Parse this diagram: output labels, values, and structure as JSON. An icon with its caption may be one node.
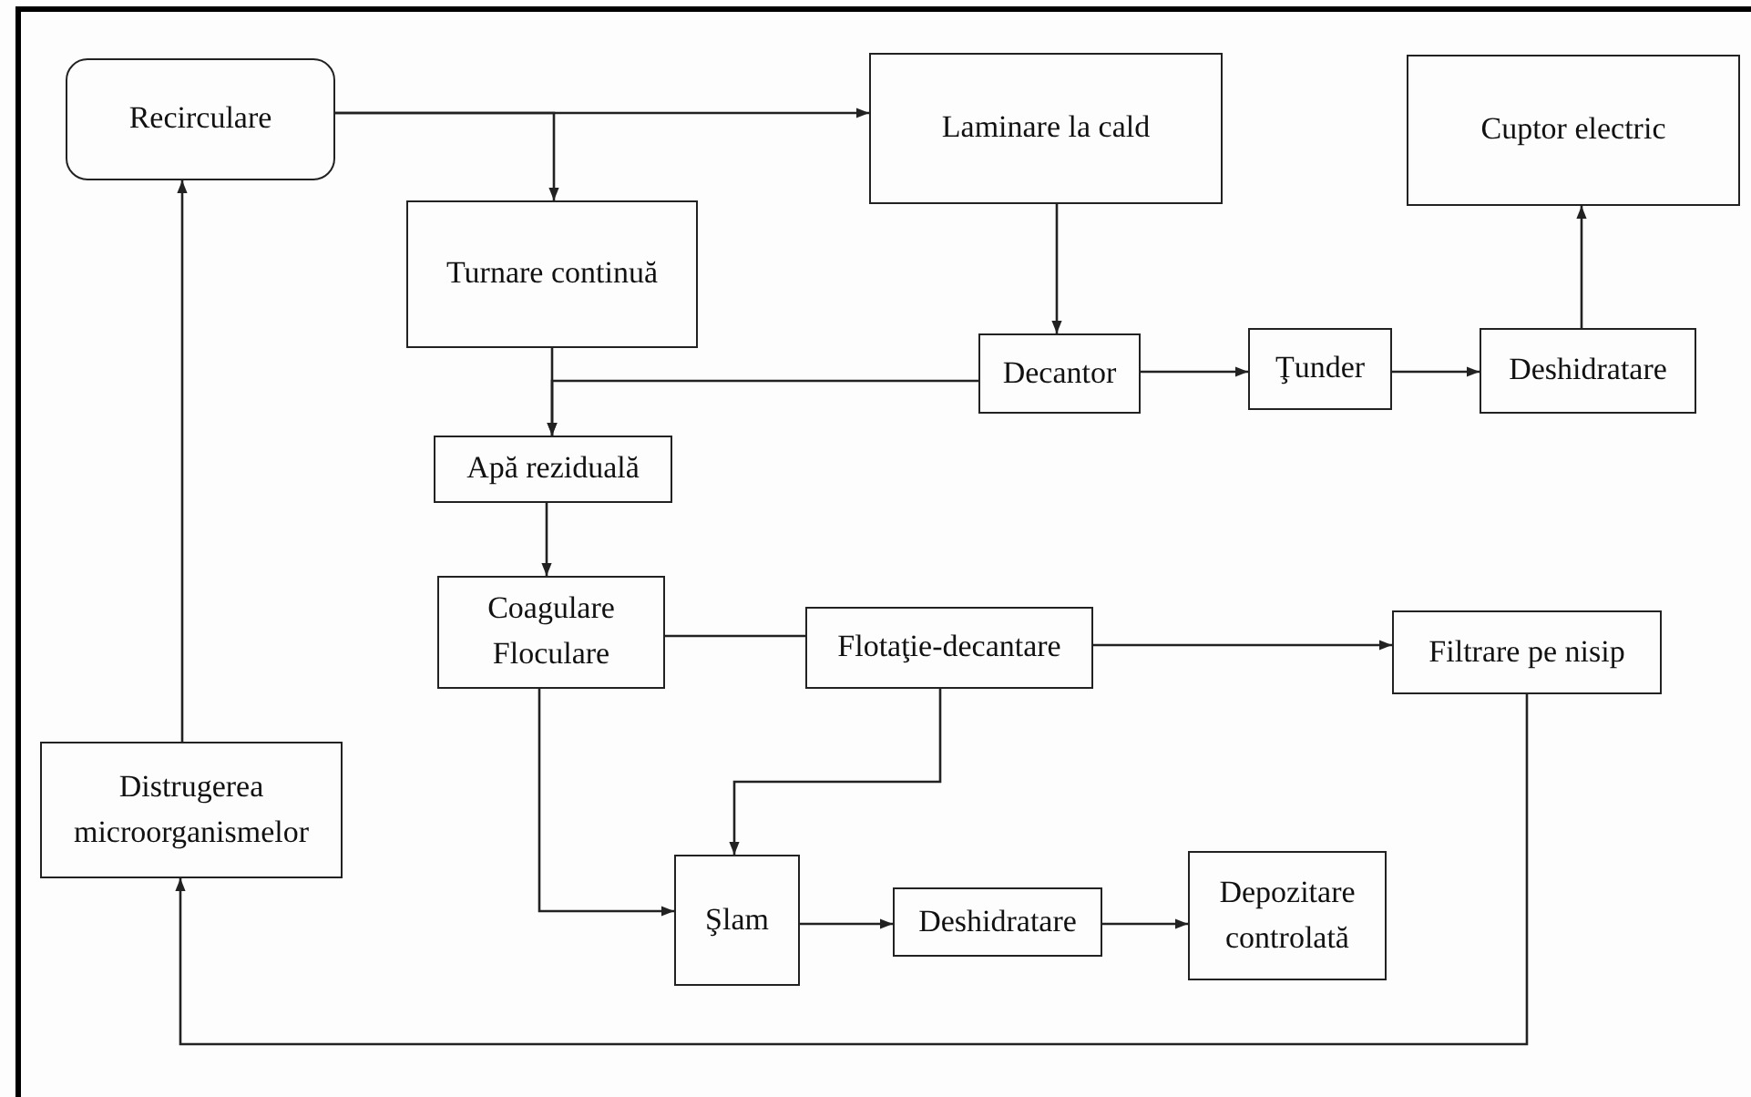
{
  "diagram": {
    "nodes": [
      {
        "text": [
          "Recirculare"
        ]
      },
      {
        "text": [
          "Laminare la cald"
        ]
      },
      {
        "text": [
          "Cuptor electric"
        ]
      },
      {
        "text": [
          "Turnare continuă"
        ]
      },
      {
        "text": [
          "Decantor"
        ]
      },
      {
        "text": [
          "Ţunder"
        ]
      },
      {
        "text": [
          "Deshidratare"
        ]
      },
      {
        "text": [
          "Apă reziduală"
        ]
      },
      {
        "text": [
          "Coagulare Floculare"
        ]
      },
      {
        "text": [
          "Flotaţie-decantare"
        ]
      },
      {
        "text": [
          "Filtrare pe nisip"
        ]
      },
      {
        "text": [
          "Distrugerea microorganismelor"
        ]
      },
      {
        "text": [
          "Şlam"
        ]
      },
      {
        "text": [
          "Deshidratare"
        ]
      },
      {
        "text": [
          "Depozitare controlată"
        ]
      }
    ],
    "edges": [
      {
        "from": 0,
        "to": 1,
        "arrow": "to"
      },
      {
        "from": 0,
        "to": 3,
        "arrow": "to"
      },
      {
        "from": 1,
        "to": 4,
        "arrow": "to"
      },
      {
        "from": 3,
        "to": 7,
        "arrow": "to"
      },
      {
        "from": 4,
        "to": 7,
        "arrow": "to"
      },
      {
        "from": 4,
        "to": 5,
        "arrow": "to"
      },
      {
        "from": 5,
        "to": 6,
        "arrow": "to"
      },
      {
        "from": 6,
        "to": 2,
        "arrow": "to"
      },
      {
        "from": 7,
        "to": 8,
        "arrow": "to"
      },
      {
        "from": 8,
        "to": 9,
        "arrow": "none"
      },
      {
        "from": 8,
        "to": 12,
        "arrow": "to"
      },
      {
        "from": 9,
        "to": 10,
        "arrow": "to"
      },
      {
        "from": 9,
        "to": 12,
        "arrow": "to"
      },
      {
        "from": 12,
        "to": 13,
        "arrow": "to"
      },
      {
        "from": 13,
        "to": 14,
        "arrow": "to"
      },
      {
        "from": 10,
        "to": 11,
        "arrow": "to"
      },
      {
        "from": 11,
        "to": 0,
        "arrow": "to"
      }
    ]
  }
}
